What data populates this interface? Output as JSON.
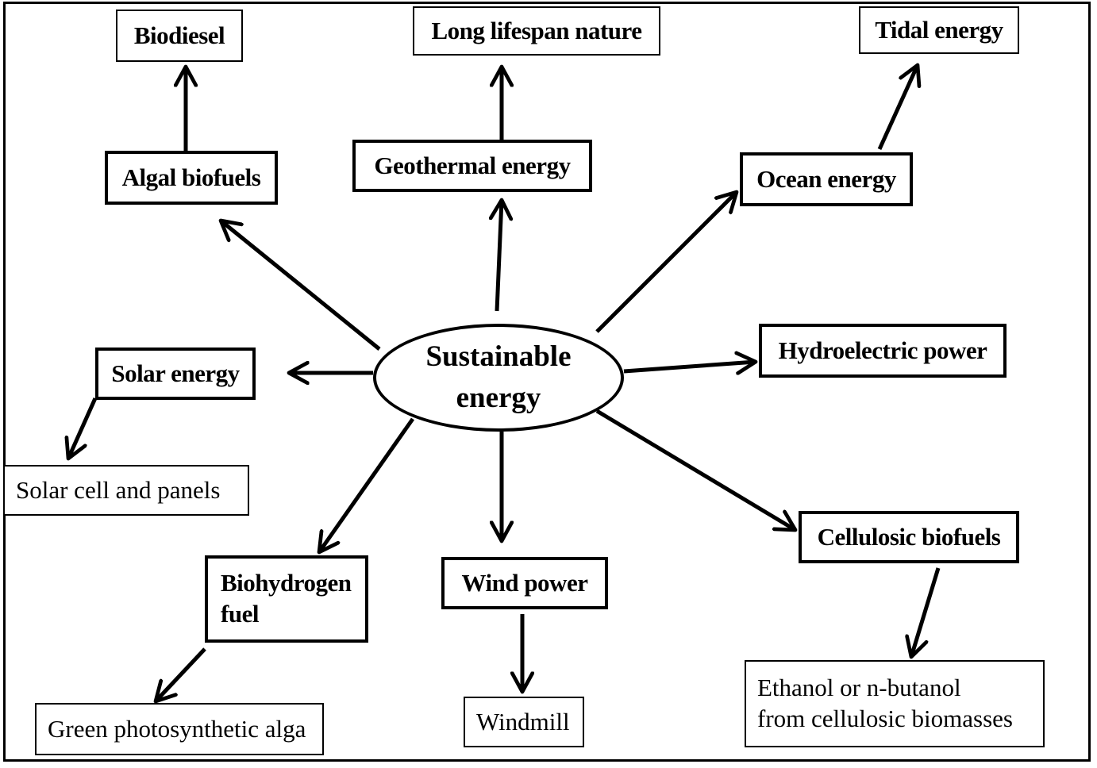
{
  "diagram": {
    "center": "Sustainable\nenergy",
    "sources": [
      {
        "key": "algal",
        "label": "Algal biofuels"
      },
      {
        "key": "geothermal",
        "label": "Geothermal energy"
      },
      {
        "key": "ocean",
        "label": "Ocean energy"
      },
      {
        "key": "solar",
        "label": "Solar energy"
      },
      {
        "key": "hydro",
        "label": "Hydroelectric power"
      },
      {
        "key": "biohydrogen",
        "label": "Biohydrogen\nfuel"
      },
      {
        "key": "wind",
        "label": "Wind power"
      },
      {
        "key": "cellulosic",
        "label": "Cellulosic biofuels"
      }
    ],
    "outcomes": [
      {
        "key": "biodiesel",
        "label": "Biodiesel"
      },
      {
        "key": "lifespan",
        "label": "Long lifespan nature"
      },
      {
        "key": "tidal",
        "label": "Tidal energy"
      },
      {
        "key": "solar_cell",
        "label": "Solar cell and  panels"
      },
      {
        "key": "alga",
        "label": "Green photosynthetic alga"
      },
      {
        "key": "windmill",
        "label": "Windmill"
      },
      {
        "key": "ethanol",
        "label": "Ethanol or n-butanol\n from cellulosic biomasses"
      }
    ]
  }
}
